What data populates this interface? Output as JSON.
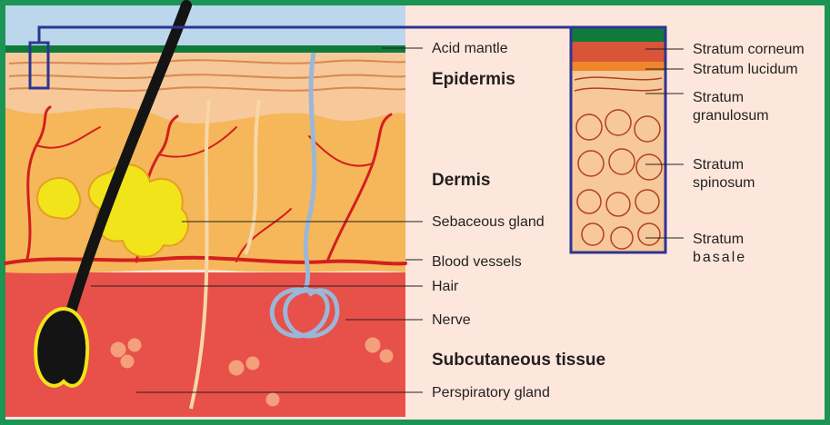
{
  "colors": {
    "frame_green": "#1b9454",
    "acid_mantle": "#0f7a3a",
    "epidermis": "#f6c89a",
    "dermis": "#f5b75a",
    "subcutaneous": "#e8504a",
    "blood_vessel": "#d31f1f",
    "sebaceous": "#f2e41a",
    "hair": "#141414",
    "nerve": "#9bb7d8",
    "inset_border": "#2c3593",
    "stratum_lucidum": "#f0862a",
    "sky": "#bcd6ec"
  },
  "layer_labels": {
    "epidermis": "Epidermis",
    "dermis": "Dermis",
    "subcutaneous": "Subcutaneous tissue"
  },
  "structure_labels": {
    "acid_mantle": "Acid mantle",
    "sebaceous_gland": "Sebaceous gland",
    "blood_vessels": "Blood vessels",
    "hair": "Hair",
    "nerve": "Nerve",
    "perspiratory_gland": "Perspiratory gland"
  },
  "strata_labels": {
    "corneum": "Stratum corneum",
    "lucidum": "Stratum lucidum",
    "granulosum_1": "Stratum",
    "granulosum_2": "granulosum",
    "spinosum_1": "Stratum",
    "spinosum_2": "spinosum",
    "basale_1": "Stratum",
    "basale_2": "basale"
  },
  "icons": {
    "hair": "hair-shaft-icon",
    "nerve": "nerve-coil-icon",
    "gland": "sebaceous-gland-icon"
  }
}
